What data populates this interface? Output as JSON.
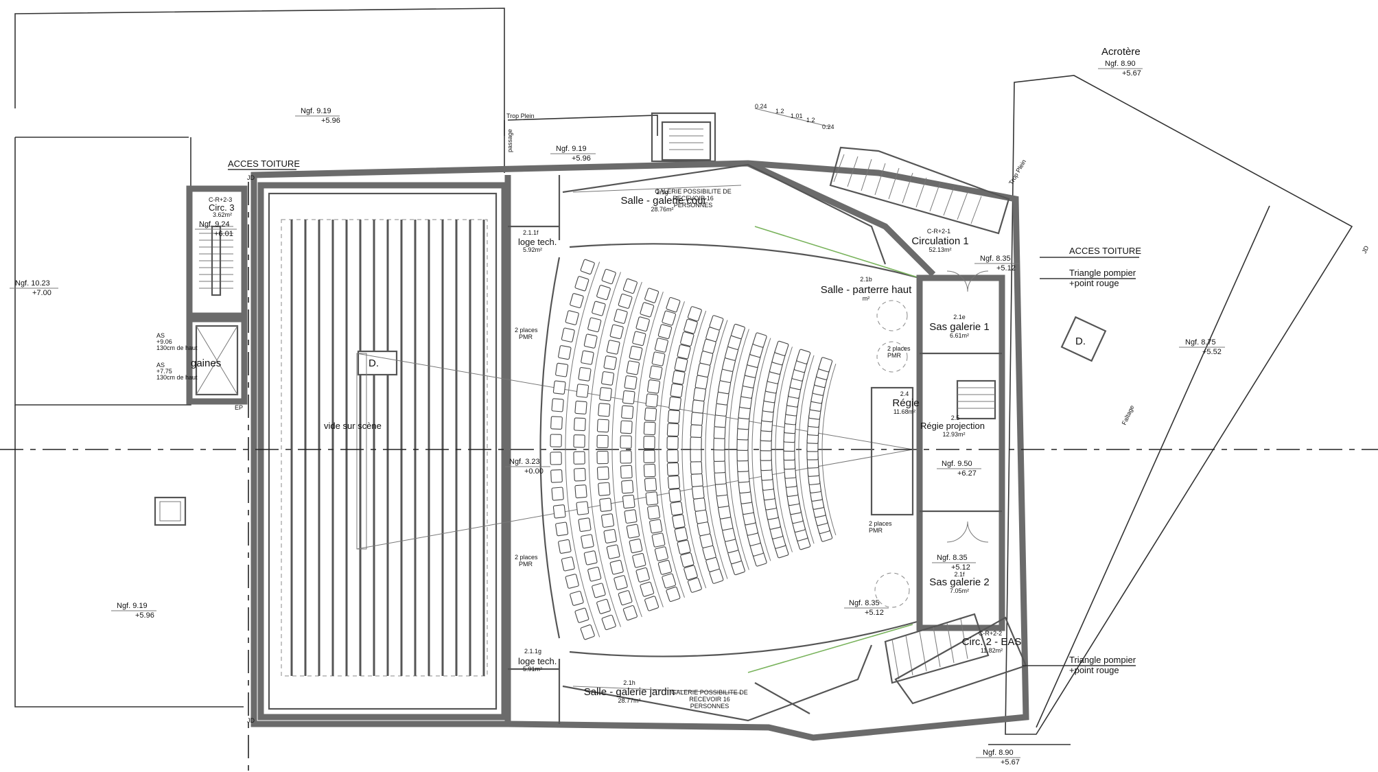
{
  "labels": {
    "acces_toiture_left": "ACCES TOITURE",
    "acces_toiture_right": "ACCES TOITURE",
    "acrotere": "Acrotère",
    "trop_plein": "Trop Plein",
    "passage": "passage",
    "gaines": "gaines",
    "vide_sur_scene": "vide sur scène",
    "stage_d": "D.",
    "roof_d": "D.",
    "faitage": "Faîtage",
    "trop_plein_right": "Trop Plein",
    "as_upper": "AS",
    "as_upper_val": "+9.06",
    "as_upper_note": "130cm de haut",
    "as_lower": "AS",
    "as_lower_val": "+7.75",
    "as_lower_note": "130cm de haut",
    "ep": "EP",
    "jd_top": "JD",
    "jd_bottom": "JD",
    "jd_right": "JD",
    "pmr_left_top_1": "2 places",
    "pmr_left_top_2": "PMR",
    "pmr_left_bot_1": "2 places",
    "pmr_left_bot_2": "PMR",
    "pmr_right_top_1": "2 places",
    "pmr_right_top_2": "PMR",
    "pmr_right_bot_1": "2 places",
    "pmr_right_bot_2": "PMR",
    "triangle_top_1": "Triangle pompier",
    "triangle_top_2": "+point rouge",
    "triangle_bot_1": "Triangle pompier",
    "triangle_bot_2": "+point rouge",
    "galerie_cour_1": "GALERIE POSSIBILITE DE",
    "galerie_cour_2": "RECEVOIR 16",
    "galerie_cour_3": "PERSONNES",
    "galerie_jardin_1": "GALERIE POSSIBILITE DE",
    "galerie_jardin_2": "RECEVOIR 16",
    "galerie_jardin_3": "PERSONNES"
  },
  "rooms": {
    "circ3": {
      "code": "C-R+2-3",
      "name": "Circ. 3",
      "area": "3.62m²"
    },
    "loge_top": {
      "code": "2.1.1f",
      "name": "loge tech.",
      "area": "5.92m²"
    },
    "loge_bot": {
      "code": "2.1.1g",
      "name": "loge tech.",
      "area": "5.91m²"
    },
    "galerie_cour": {
      "code": "2.1g",
      "name": "Salle - galerie cour",
      "area": "28.76m²"
    },
    "galerie_jardin": {
      "code": "2.1h",
      "name": "Salle - galerie jardin",
      "area": "28.77m²"
    },
    "parterre": {
      "code": "2.1b",
      "name": "Salle - parterre haut",
      "area": "m²"
    },
    "circulation1": {
      "code": "C-R+2-1",
      "name": "Circulation 1",
      "area": "52.13m²"
    },
    "sas1": {
      "code": "2.1e",
      "name": "Sas galerie 1",
      "area": "6.61m²"
    },
    "regie": {
      "code": "2.4",
      "name": "Régie",
      "area": "11.68m²"
    },
    "regie_proj": {
      "code": "2.5",
      "name": "Régie projection",
      "area": "12.93m²"
    },
    "sas2": {
      "code": "2.1f",
      "name": "Sas galerie 2",
      "area": "7.05m²"
    },
    "circ2": {
      "code": "C-R+2-2",
      "name": "Circ. 2 - EAS",
      "area": "11.82m²"
    }
  },
  "levels": {
    "l_919_top": {
      "ngf": "Ngf. 9.19",
      "rel": "+5.96"
    },
    "l_919_pass": {
      "ngf": "Ngf. 9.19",
      "rel": "+5.96"
    },
    "l_924": {
      "ngf": "Ngf. 9.24",
      "rel": "+6.01"
    },
    "l_1023": {
      "ngf": "Ngf. 10.23",
      "rel": "+7.00"
    },
    "l_919_bot": {
      "ngf": "Ngf. 9.19",
      "rel": "+5.96"
    },
    "l_323": {
      "ngf": "Ngf. 3.23",
      "rel": "+0.00"
    },
    "l_890_top": {
      "ngf": "Ngf. 8.90",
      "rel": "+5.67"
    },
    "l_835_a": {
      "ngf": "Ngf. 8.35",
      "rel": "+5.12"
    },
    "l_875": {
      "ngf": "Ngf. 8.75",
      "rel": "+5.52"
    },
    "l_950": {
      "ngf": "Ngf. 9.50",
      "rel": "+6.27"
    },
    "l_835_b": {
      "ngf": "Ngf. 8.35",
      "rel": "+5.12"
    },
    "l_835_c": {
      "ngf": "Ngf. 8.35",
      "rel": "+5.12"
    },
    "l_890_bot": {
      "ngf": "Ngf. 8.90",
      "rel": "+5.67"
    }
  },
  "dims": {
    "d1": "0.24",
    "d2": "1.2",
    "d3": "1.01",
    "d4": "1.2",
    "d5": "0.24"
  }
}
